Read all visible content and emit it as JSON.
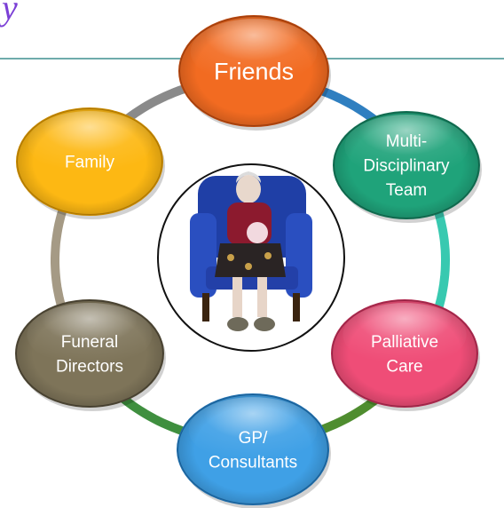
{
  "header": {
    "partial_glyph": "y"
  },
  "colors": {
    "header_rule": "#3f8f8f",
    "title_glyph": "#7b3fd6",
    "center_border": "#111111"
  },
  "center_image": {
    "icon": "elderly-woman-in-armchair-photo"
  },
  "nodes": [
    {
      "id": "friends",
      "lines": [
        "Friends"
      ],
      "fill": "#f26b21",
      "edge": "#b8470e"
    },
    {
      "id": "multidisciplinary-team",
      "lines": [
        "Multi-",
        "Disciplinary",
        "Team"
      ],
      "fill": "#1fa37a",
      "edge": "#137255"
    },
    {
      "id": "palliative-care",
      "lines": [
        "Palliative",
        "Care"
      ],
      "fill": "#ef4d77",
      "edge": "#b02a50"
    },
    {
      "id": "gp-consultants",
      "lines": [
        "GP/",
        "Consultants"
      ],
      "fill": "#3fa0e6",
      "edge": "#1f6fae"
    },
    {
      "id": "funeral-directors",
      "lines": [
        "Funeral",
        "Directors"
      ],
      "fill": "#7e7459",
      "edge": "#4f4836"
    },
    {
      "id": "family",
      "lines": [
        "Family"
      ],
      "fill": "#fdb813",
      "edge": "#c98a00"
    }
  ],
  "connectors": [
    {
      "from": "friends",
      "to": "multidisciplinary-team",
      "color": "#2f7fc0"
    },
    {
      "from": "multidisciplinary-team",
      "to": "palliative-care",
      "color": "#38c9b0"
    },
    {
      "from": "palliative-care",
      "to": "gp-consultants",
      "color": "#4f8d2f"
    },
    {
      "from": "gp-consultants",
      "to": "funeral-directors",
      "color": "#3f8f3f"
    },
    {
      "from": "funeral-directors",
      "to": "family",
      "color": "#a59a85"
    },
    {
      "from": "family",
      "to": "friends",
      "color": "#8a8a8a"
    }
  ]
}
